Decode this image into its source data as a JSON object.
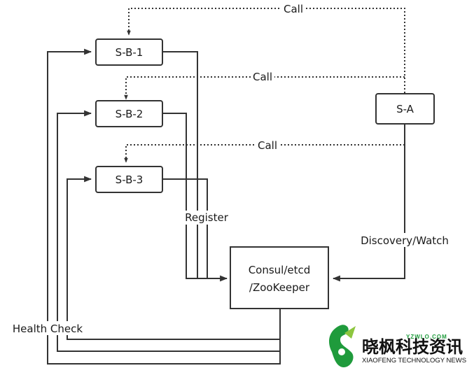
{
  "nodes": {
    "sb1": "S-B-1",
    "sb2": "S-B-2",
    "sb3": "S-B-3",
    "sa": "S-A",
    "registry_line1": "Consul/etcd",
    "registry_line2": "/ZooKeeper"
  },
  "edges": {
    "call_1": "Call",
    "call_2": "Call",
    "call_3": "Call",
    "register": "Register",
    "discovery": "Discovery/Watch",
    "health_check": "Health Check"
  },
  "watermark": {
    "url": "YZWLO.COM",
    "name_cn": "晓枫科技资讯",
    "name_en": "XIAOFENG TECHNOLOGY NEWS",
    "brand_color": "#1f9b3c"
  }
}
